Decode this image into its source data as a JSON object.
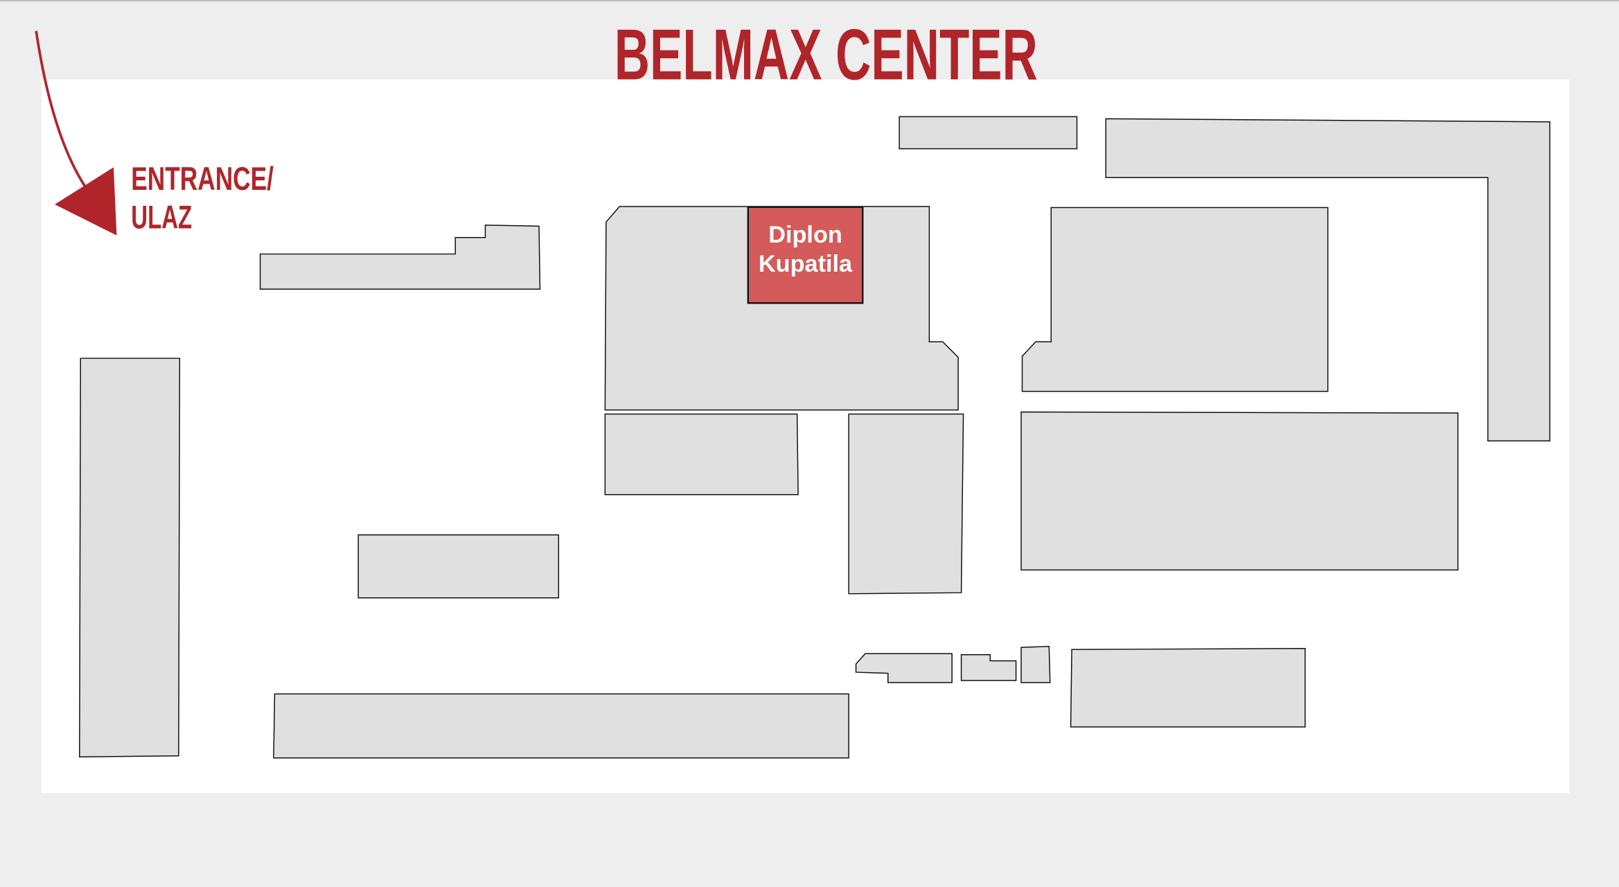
{
  "map": {
    "title": "BELMAX CENTER",
    "entrance_line1": "ENTRANCE/",
    "entrance_line2": "ULAZ",
    "highlighted_store": {
      "line1": "Diplon",
      "line2": "Kupatila"
    },
    "colors": {
      "accent": "#b0252a",
      "highlight": "#d55a5a",
      "building": "#e0e0e0",
      "background": "#eeeeee"
    }
  }
}
